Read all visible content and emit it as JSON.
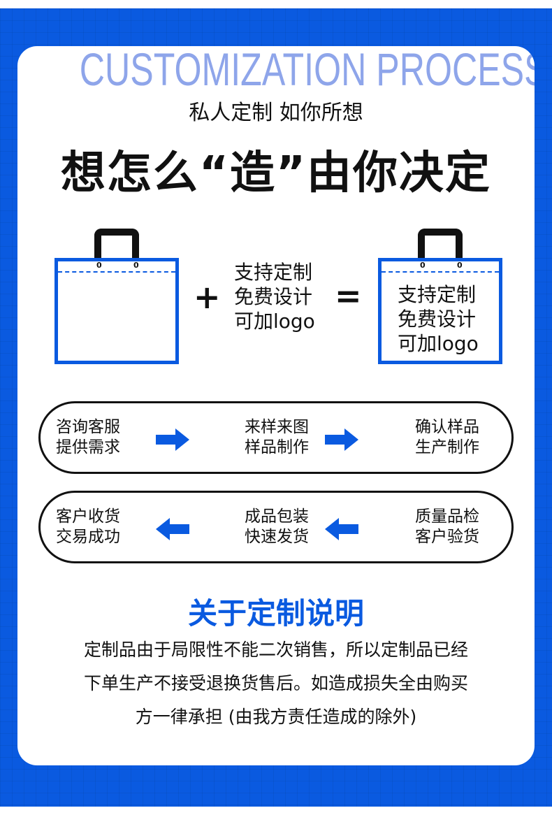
{
  "header": {
    "english_title": "CUSTOMIZATION PROCESS",
    "subtitle": "私人定制 如你所想",
    "title": "想怎么“造”由你决定"
  },
  "diagram": {
    "plus": "+",
    "equals": "=",
    "text_lines": [
      "支持定制",
      "免费设计",
      "可加logo"
    ],
    "hole_label": "0"
  },
  "process": {
    "row1": [
      {
        "lines": [
          "咨询客服",
          "提供需求"
        ]
      },
      {
        "lines": [
          "来样来图",
          "样品制作"
        ]
      },
      {
        "lines": [
          "确认样品",
          "生产制作"
        ]
      }
    ],
    "row2": [
      {
        "lines": [
          "客户收货",
          "交易成功"
        ]
      },
      {
        "lines": [
          "成品包装",
          "快速发货"
        ]
      },
      {
        "lines": [
          "质量品检",
          "客户验货"
        ]
      }
    ],
    "arrow_icon": "arrow-icon"
  },
  "notice": {
    "heading": "关于定制说明",
    "lines": [
      "定制品由于局限性不能二次销售，所以定制品已经",
      "下单生产不接受退换货售后。如造成损失全由购买",
      "方一律承担 (由我方责任造成的除外)"
    ]
  },
  "colors": {
    "accent": "#0a5ae0",
    "text": "#111111"
  }
}
